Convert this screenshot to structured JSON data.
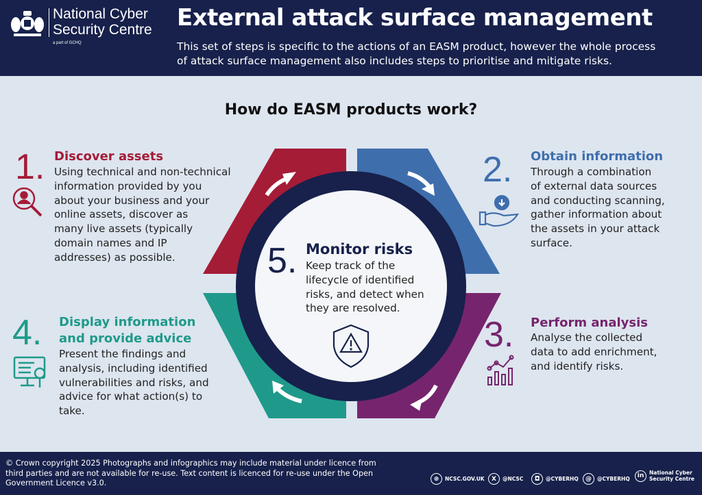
{
  "header": {
    "logo_text": "National Cyber\nSecurity Centre",
    "logo_sub": "a part of GCHQ",
    "title": "External attack surface management",
    "subtitle": "This set of steps is specific to the actions of an EASM product, however the whole process\nof attack surface management also includes steps to prioritise and mitigate risks."
  },
  "question": "How do EASM products work?",
  "colors": {
    "navy": "#17214b",
    "red": "#a51c37",
    "blue": "#3f6ead",
    "purple": "#76246d",
    "teal": "#1f9a8a",
    "background": "#dde5ef"
  },
  "steps": [
    {
      "number": "1.",
      "title": "Discover assets",
      "body": "Using technical and non-technical\ninformation provided by you\nabout your business and your\nonline assets, discover as\nmany live assets (typically\ndomain names and IP\naddresses) as possible.",
      "icon": "search-user-icon"
    },
    {
      "number": "2.",
      "title": "Obtain information",
      "body": "Through a combination\nof external data sources\nand conducting scanning,\ngather information about\nthe assets in your attack\nsurface.",
      "icon": "hand-download-icon"
    },
    {
      "number": "3.",
      "title": "Perform analysis",
      "body": "Analyse the collected\ndata to add enrichment,\nand identify risks.",
      "icon": "chart-analysis-icon"
    },
    {
      "number": "4.",
      "title": "Display information\nand provide advice",
      "body": "Present the findings and\nanalysis, including identified\nvulnerabilities and risks, and\nadvice for what action(s) to\ntake.",
      "icon": "monitor-search-icon"
    },
    {
      "number": "5.",
      "title": "Monitor risks",
      "body": "Keep track of the\nlifecycle of identified\nrisks, and detect when\nthey are resolved.",
      "icon": "shield-warning-icon"
    }
  ],
  "footer": {
    "copyright": "© Crown copyright 2025 Photographs and infographics may include material under licence from\n third parties and are not available for re-use. Text content is licenced for re-use under the Open\nGovernment Licence v3.0.",
    "social": [
      {
        "icon": "globe-icon",
        "label": "NCSC.GOV.UK"
      },
      {
        "icon": "x-icon",
        "label": "@NCSC"
      },
      {
        "icon": "instagram-icon",
        "label": "@CYBERHQ"
      },
      {
        "icon": "threads-icon",
        "label": "@CYBERHQ"
      },
      {
        "icon": "linkedin-icon",
        "label": "National Cyber\nSecurity Centre"
      }
    ]
  }
}
